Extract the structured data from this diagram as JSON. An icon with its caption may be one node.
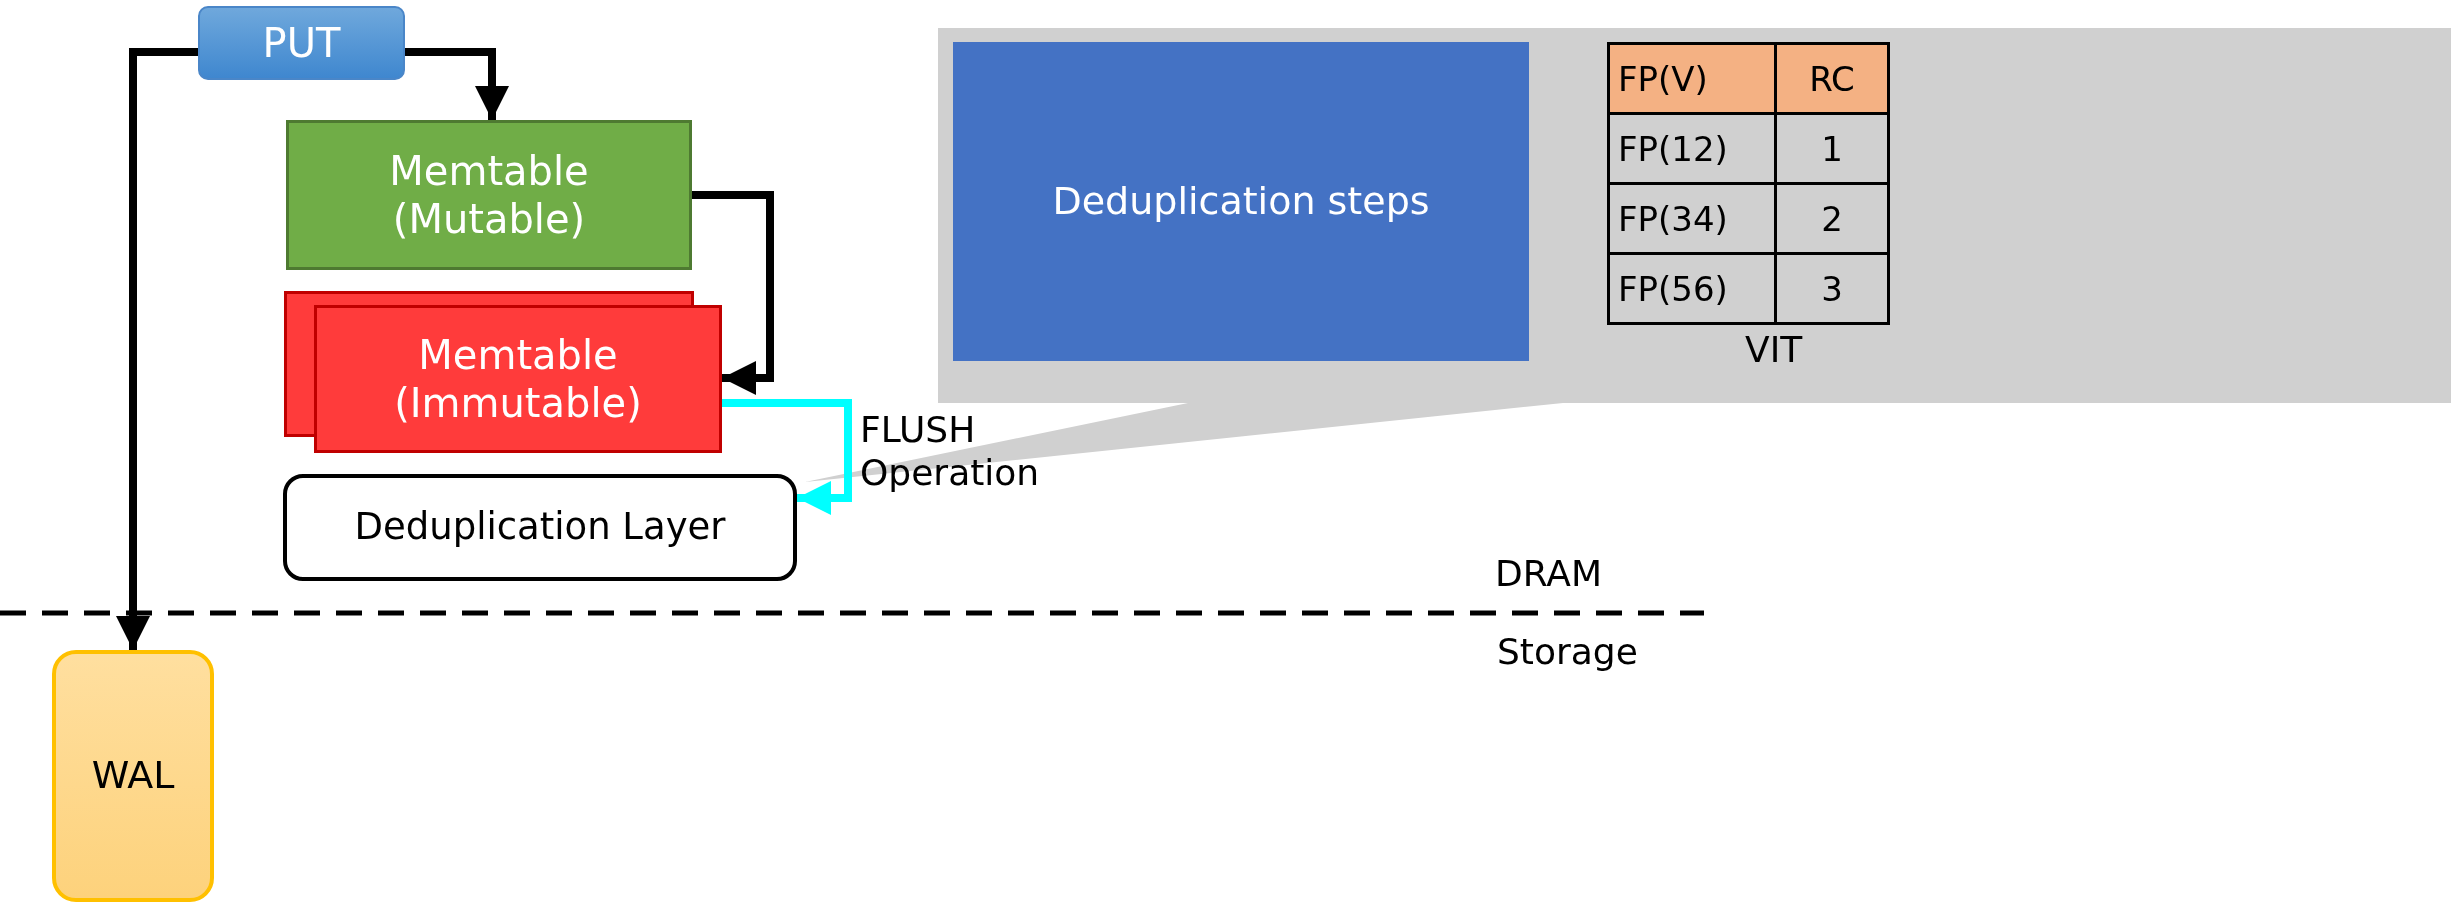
{
  "diagram": {
    "nodes": [
      {
        "text": [
          "PUT"
        ]
      },
      {
        "text": [
          "Memtable (Mutable)"
        ]
      },
      {
        "text": [
          "Memtable (Immutable)"
        ]
      },
      {
        "text": [
          "Deduplication Layer"
        ]
      },
      {
        "text": [
          "WAL"
        ]
      },
      {
        "text": [],
        "shape": "callout"
      },
      {
        "text": [
          "Deduplication steps"
        ],
        "in": 5
      }
    ],
    "edges": [
      {
        "from": 0,
        "to": 4,
        "arrow": "to"
      },
      {
        "from": 0,
        "to": 1,
        "arrow": "to"
      },
      {
        "from": 1,
        "to": 2,
        "arrow": "to"
      },
      {
        "from": 2,
        "to": 3,
        "arrow": "to",
        "label": "FLUSH Operation",
        "color": "#00ffff"
      }
    ],
    "labels": [
      "FP(V)",
      "RC",
      "FP(12)",
      "1",
      "FP(34)",
      "2",
      "FP(56)",
      "3",
      "VIT",
      "DRAM",
      "Storage"
    ]
  }
}
